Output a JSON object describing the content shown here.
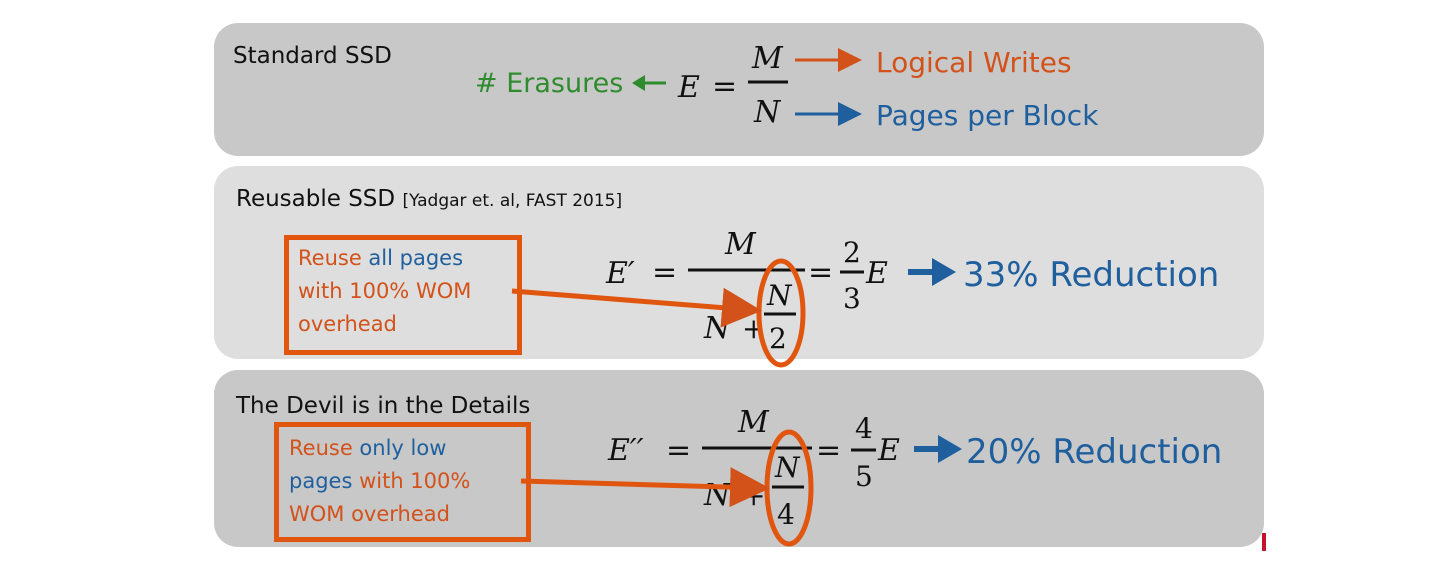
{
  "panel1": {
    "heading": "Standard SSD",
    "erasures_label": "# Erasures",
    "lhs": "E",
    "equals": "=",
    "numerator": "M",
    "denominator": "N",
    "numerator_annotation": "Logical Writes",
    "denominator_annotation": "Pages per Block"
  },
  "panel2": {
    "heading": "Reusable SSD",
    "citation": "[Yadgar et. al, FAST 2015]",
    "box_lines": [
      [
        {
          "text": "Reuse ",
          "color": "orange"
        },
        {
          "text": "all pages",
          "color": "blue"
        }
      ],
      [
        {
          "text": "with 100% WOM",
          "color": "orange"
        }
      ],
      [
        {
          "text": "overhead",
          "color": "orange"
        }
      ]
    ],
    "lhs": "E′",
    "equals": "=",
    "numerator": "M",
    "denominator_n": "N",
    "plus": "+",
    "inner_numerator": "N",
    "inner_denominator": "2",
    "equals2": "=",
    "ratio_numerator": "2",
    "ratio_denominator": "3",
    "ratio_tail": "E",
    "result": "33% Reduction"
  },
  "panel3": {
    "heading": "The Devil is in the Details",
    "box_lines": [
      [
        {
          "text": "Reuse ",
          "color": "orange"
        },
        {
          "text": "only low",
          "color": "blue"
        }
      ],
      [
        {
          "text": "pages ",
          "color": "blue"
        },
        {
          "text": "with 100%",
          "color": "orange"
        }
      ],
      [
        {
          "text": "WOM overhead",
          "color": "orange"
        }
      ]
    ],
    "lhs": "E′′",
    "equals": "=",
    "numerator": "M",
    "denominator_n": "N",
    "plus": "+",
    "inner_numerator": "N",
    "inner_denominator": "4",
    "equals2": "=",
    "ratio_numerator": "4",
    "ratio_denominator": "5",
    "ratio_tail": "E",
    "result": "20% Reduction"
  },
  "colors": {
    "orange": "#d2521a",
    "blue": "#1f5f9e",
    "green": "#2e8b2e",
    "box_orange": "#e1560f",
    "arrow_blue": "#1f5f9e",
    "panel_dark": "#c8c8c8",
    "panel_light": "#dedede"
  },
  "icons": {
    "arrow": "right-arrow-icon",
    "left_arrow": "left-arrow-icon"
  }
}
